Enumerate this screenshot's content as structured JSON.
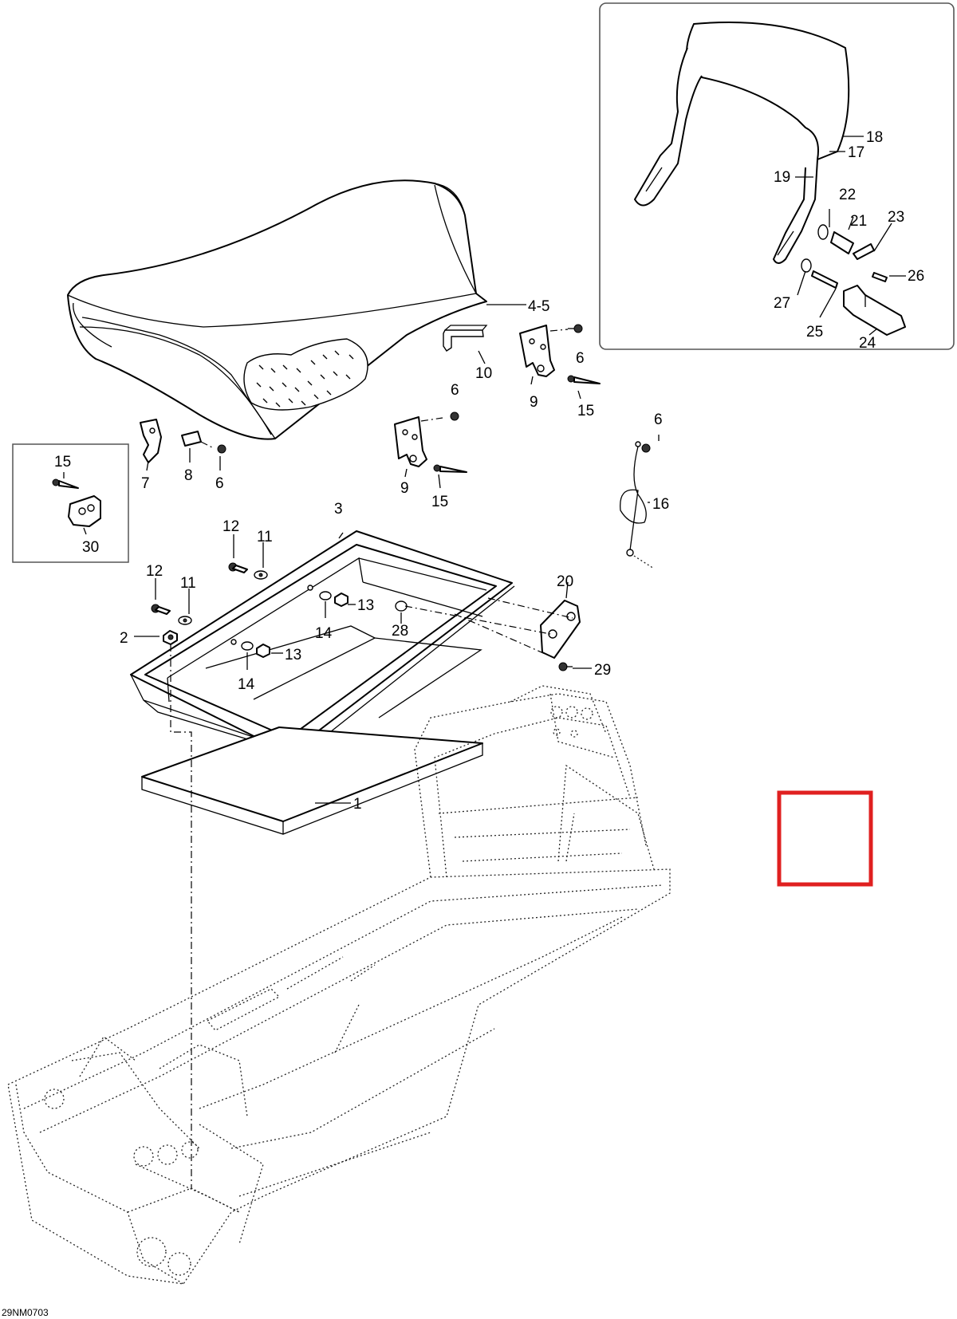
{
  "labels": {
    "l1": "1",
    "l2": "2",
    "l3": "3",
    "l45": "4-5",
    "l6a": "6",
    "l6b": "6",
    "l6c": "6",
    "l6d": "6",
    "l7": "7",
    "l8": "8",
    "l9a": "9",
    "l9b": "9",
    "l10": "10",
    "l11a": "11",
    "l11b": "11",
    "l12a": "12",
    "l12b": "12",
    "l13a": "13",
    "l13b": "13",
    "l14a": "14",
    "l14b": "14",
    "l15a": "15",
    "l15b": "15",
    "l15c": "15",
    "l16": "16",
    "l17": "17",
    "l18": "18",
    "l19": "19",
    "l20": "20",
    "l21": "21",
    "l22": "22",
    "l23": "23",
    "l24": "24",
    "l25": "25",
    "l26": "26",
    "l27": "27",
    "l28": "28",
    "l29": "29",
    "l30": "30"
  },
  "drawing_code": "29NM0703",
  "highlight_color": "#e02020"
}
